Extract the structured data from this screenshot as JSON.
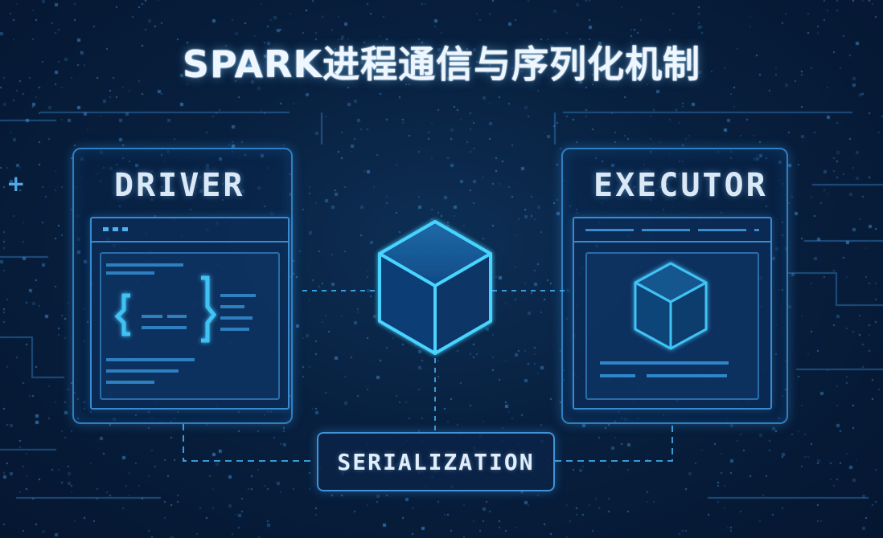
{
  "title": "SPARK进程通信与序列化机制",
  "driver": {
    "label": "DRIVER"
  },
  "executor": {
    "label": "EXECUTOR"
  },
  "serialization": {
    "label": "SERIALIZATION"
  },
  "colors": {
    "accent": "#39c6ff",
    "panel_border": "#2f7fc0",
    "background": "#071d3a"
  },
  "icons": [
    "code-braces-icon",
    "serialized-data-cube-icon",
    "executor-cube-icon",
    "plus-icon"
  ]
}
